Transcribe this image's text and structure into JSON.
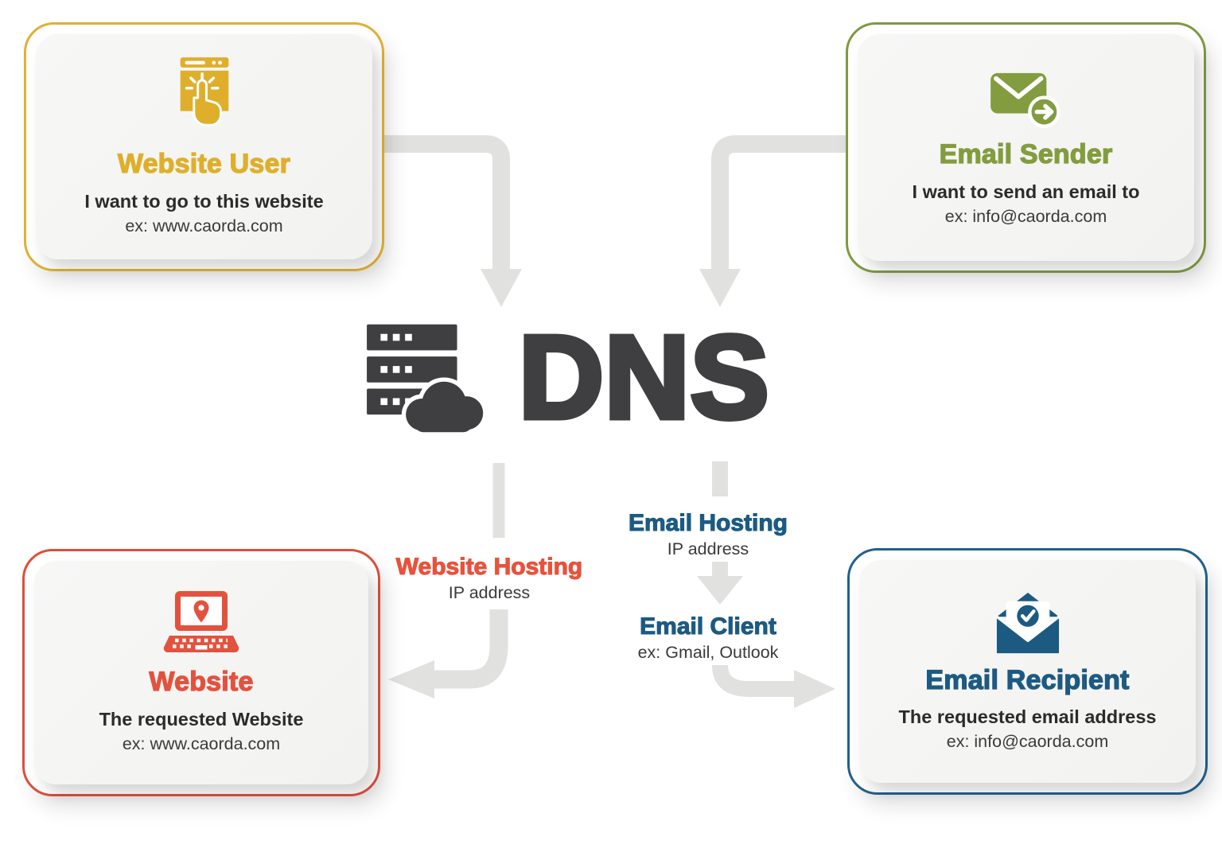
{
  "center": {
    "label": "DNS"
  },
  "nodes": {
    "website_user": {
      "title": "Website User",
      "line1": "I want to go to this website",
      "line2": "ex: www.caorda.com",
      "accent": "#DFAF2C",
      "icon": "browser-click-icon"
    },
    "email_sender": {
      "title": "Email Sender",
      "line1": "I want to send an email to",
      "line2": "ex: info@caorda.com",
      "accent": "#829C3F",
      "icon": "email-send-icon"
    },
    "website": {
      "title": "Website",
      "line1": "The requested Website",
      "line2": "ex: www.caorda.com",
      "accent": "#E3523E",
      "icon": "laptop-location-icon"
    },
    "email_recipient": {
      "title": "Email Recipient",
      "line1": "The requested email address",
      "line2": "ex: info@caorda.com",
      "accent": "#1C5A82",
      "icon": "open-mail-check-icon"
    }
  },
  "flow_labels": {
    "website_hosting": {
      "title": "Website Hosting",
      "subtitle": "IP address"
    },
    "email_hosting": {
      "title": "Email Hosting",
      "subtitle": "IP address"
    },
    "email_client": {
      "title": "Email Client",
      "subtitle": "ex: Gmail, Outlook"
    }
  },
  "palette": {
    "gold": "#DFAF2C",
    "olive": "#829C3F",
    "red": "#E3523E",
    "blue": "#1C5A82",
    "charcoal": "#3F3F41",
    "arrow_gray": "#E1E1E0",
    "card_bg": "#F4F4F2"
  }
}
